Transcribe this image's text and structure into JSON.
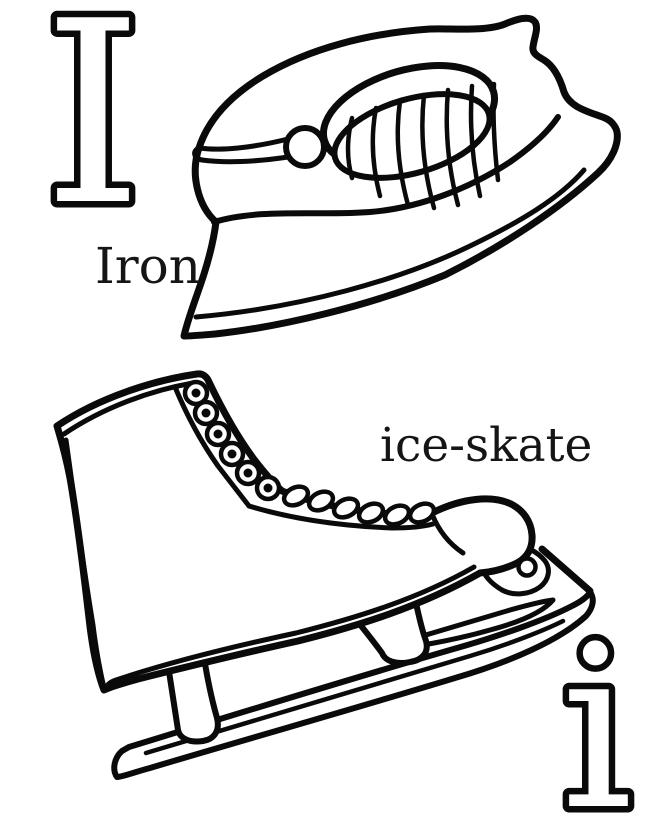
{
  "page": {
    "background_color": "#ffffff",
    "line_color": "#0a0a0a",
    "text_color": "#151515"
  },
  "letters": {
    "uppercase": "I",
    "lowercase": "i"
  },
  "labels": {
    "iron": "Iron",
    "ice_skate": "ice-skate"
  },
  "illustrations": {
    "iron": "clothes-iron-drawing",
    "ice_skate": "ice-skate-drawing"
  }
}
